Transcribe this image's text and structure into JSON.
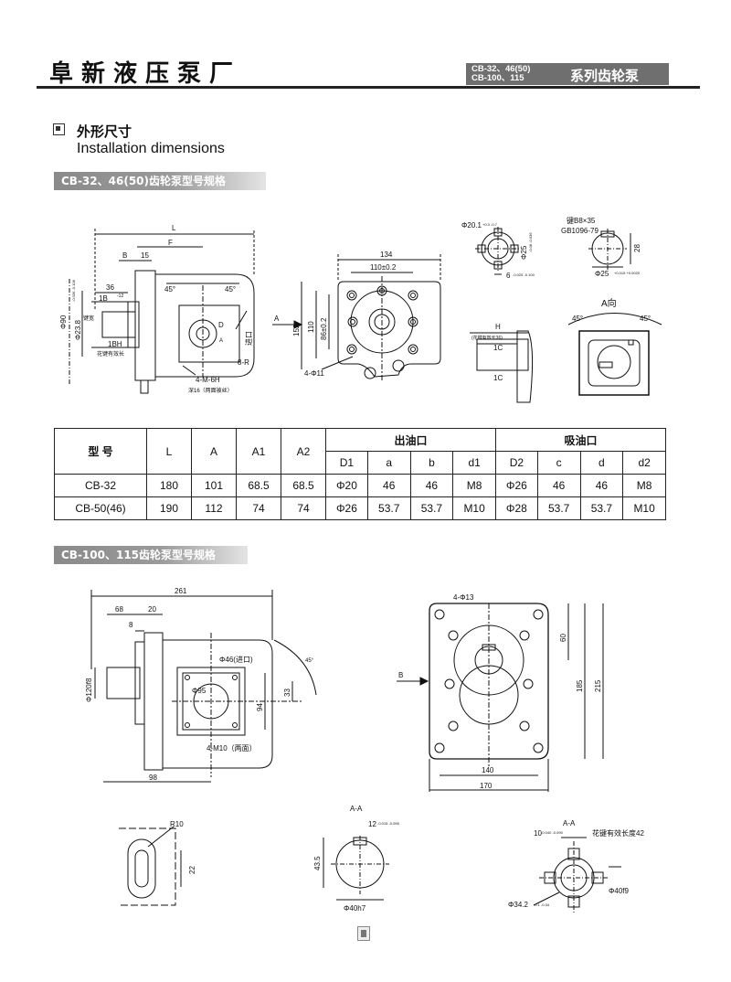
{
  "header": {
    "company": "阜新液压泵厂",
    "series_models_line1": "CB-32、46(50)",
    "series_models_line2": "CB-100、115",
    "series_title": "系列齿轮泵"
  },
  "section": {
    "title_cn": "外形尺寸",
    "title_en": "Installation dimensions"
  },
  "spec1": {
    "band_label": "CB-32、46(50)齿轮泵型号规格",
    "dims": {
      "L": "L",
      "F": "F",
      "B": "B",
      "d15": "15",
      "d36": "36",
      "oneB": "1B",
      "oneB_sup": "-12",
      "oneBH": "1BH",
      "dia90": "Φ90",
      "dia90_tol": "-0.036 -0.108",
      "dia23_8": "Φ23.8",
      "spline_note": "花键有效长",
      "key": "键宽",
      "deg45a": "45°",
      "deg45b": "45°",
      "D": "D",
      "A": "A",
      "inlet": "进口",
      "eightR": "8-R",
      "fourM6H": "4-M-6H",
      "depth16": "深16（两面被丝）",
      "A_arrow": "A",
      "d134": "134",
      "d110": "110±0.2",
      "d152": "152",
      "d110v": "110",
      "d86": "86±0.2",
      "fourD11": "4-Φ11",
      "d20_1": "Φ20.1",
      "d20_1_tol": "+0.3 -0.7",
      "d25a": "Φ25",
      "d25a_tol": "-0.08 -0.036",
      "d6": "6",
      "d6_tol": "-0.025 -0.100",
      "keyB8": "键B8×35",
      "gb": "GB1096-79",
      "d28": "28",
      "d25b": "Φ25",
      "d25b_tol": "+0.015 +0.0020",
      "H": "H",
      "H_note": "(花键有效长36)",
      "oneC_a": "1C",
      "oneC_b": "1C",
      "A_view": "A向",
      "deg45c": "45°",
      "deg45d": "45°"
    }
  },
  "table": {
    "group_out": "出油口",
    "group_in": "吸油口",
    "headers": [
      "型 号",
      "L",
      "A",
      "A1",
      "A2",
      "D1",
      "a",
      "b",
      "d1",
      "D2",
      "c",
      "d",
      "d2"
    ],
    "rows": [
      [
        "CB-32",
        "180",
        "101",
        "68.5",
        "68.5",
        "Φ20",
        "46",
        "46",
        "M8",
        "Φ26",
        "46",
        "46",
        "M8"
      ],
      [
        "CB-50(46)",
        "190",
        "112",
        "74",
        "74",
        "Φ26",
        "53.7",
        "53.7",
        "M10",
        "Φ28",
        "53.7",
        "53.7",
        "M10"
      ]
    ]
  },
  "spec2": {
    "band_label": "CB-100、115齿轮泵型号规格",
    "dims": {
      "d261": "261",
      "d68": "68",
      "d20": "20",
      "d8": "8",
      "d120": "Φ120f8",
      "d46": "Φ46(进口)",
      "d95": "Φ95",
      "d94": "94",
      "d33": "33",
      "fourM10": "4-M10（两面）",
      "d98": "98",
      "deg45": "45°",
      "fourD13": "4-Φ13",
      "B": "B",
      "d60": "60",
      "d185": "185",
      "d215": "215",
      "d140": "140",
      "d170": "170",
      "R10": "R10",
      "d22": "22",
      "AA1": "A-A",
      "d12": "12",
      "d12_tol": "-0.015 -0.055",
      "d43_5": "43.5",
      "d40h7": "Φ40h7",
      "AA2": "A-A",
      "d10": "10",
      "d10_tol": "-0.040 -0.090",
      "spline2": "花键有效长度42",
      "d40f9": "Φ40f9",
      "d34_2": "Φ34.2",
      "d34_2_tol": "-0.1 -0.34"
    }
  },
  "colors": {
    "band_start": "#8a8a8a",
    "band_end": "#e4e4e4",
    "series_box": "#6f6f6f",
    "ink": "#111111"
  }
}
